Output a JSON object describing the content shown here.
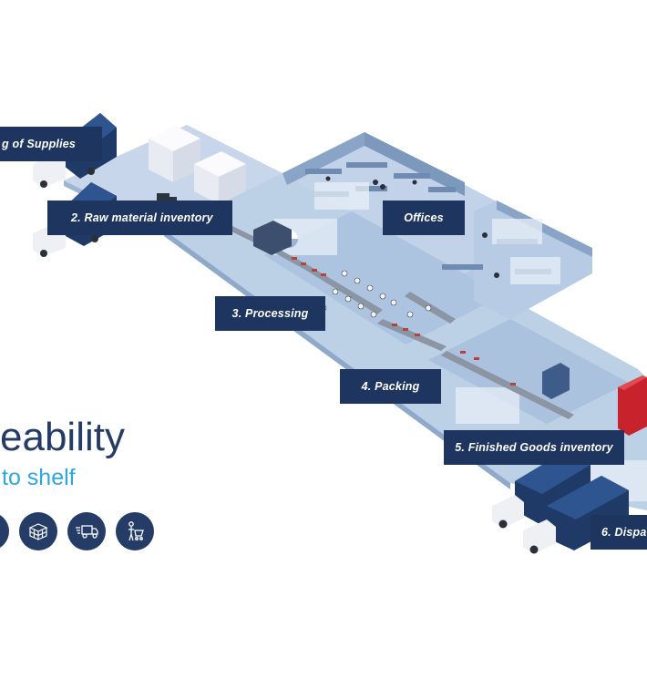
{
  "steps": [
    {
      "label": "g of Supplies"
    },
    {
      "label": "2. Raw material inventory"
    },
    {
      "label": "3. Processing"
    },
    {
      "label": "4. Packing"
    },
    {
      "label": "5. Finished Goods  inventory"
    },
    {
      "label": "6. Dispa"
    }
  ],
  "areas": {
    "offices": "Offices"
  },
  "headline": {
    "title": "eability",
    "subtitle": "to shelf"
  },
  "icons": [
    "tag-icon",
    "pallet-icon",
    "delivery-truck-icon",
    "shopper-cart-icon"
  ],
  "colors": {
    "navy": "#1e3560",
    "accent_blue": "#2fa6dd",
    "floor": "#b9cde4",
    "truck_cargo": "#1f3a66",
    "container_red": "#c8232c"
  }
}
